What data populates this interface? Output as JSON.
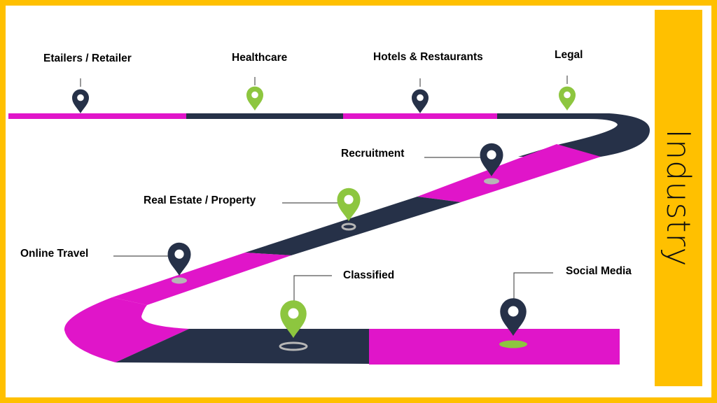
{
  "colors": {
    "frame": "#ffc000",
    "magenta": "#e015c9",
    "navy": "#263148",
    "green": "#8dc63f",
    "panel": "#ffc000",
    "connector": "#555555"
  },
  "side_panel": {
    "title": "Industry"
  },
  "top_row": [
    {
      "label": "Etailers / Retailer",
      "pin_color": "navy",
      "pin_icon": "map-pin-icon"
    },
    {
      "label": "Healthcare",
      "pin_color": "green",
      "pin_icon": "map-pin-icon"
    },
    {
      "label": "Hotels & Restaurants",
      "pin_color": "navy",
      "pin_icon": "map-pin-icon"
    },
    {
      "label": "Legal",
      "pin_color": "green",
      "pin_icon": "map-pin-icon"
    }
  ],
  "road_points": [
    {
      "label": "Recruitment",
      "pin_color": "navy",
      "pin_icon": "map-pin-icon"
    },
    {
      "label": "Real Estate / Property",
      "pin_color": "green",
      "pin_icon": "map-pin-icon"
    },
    {
      "label": "Online Travel",
      "pin_color": "navy",
      "pin_icon": "map-pin-icon"
    },
    {
      "label": "Classified",
      "pin_color": "green",
      "pin_icon": "map-pin-icon"
    },
    {
      "label": "Social Media",
      "pin_color": "navy",
      "pin_icon": "map-pin-icon"
    }
  ]
}
